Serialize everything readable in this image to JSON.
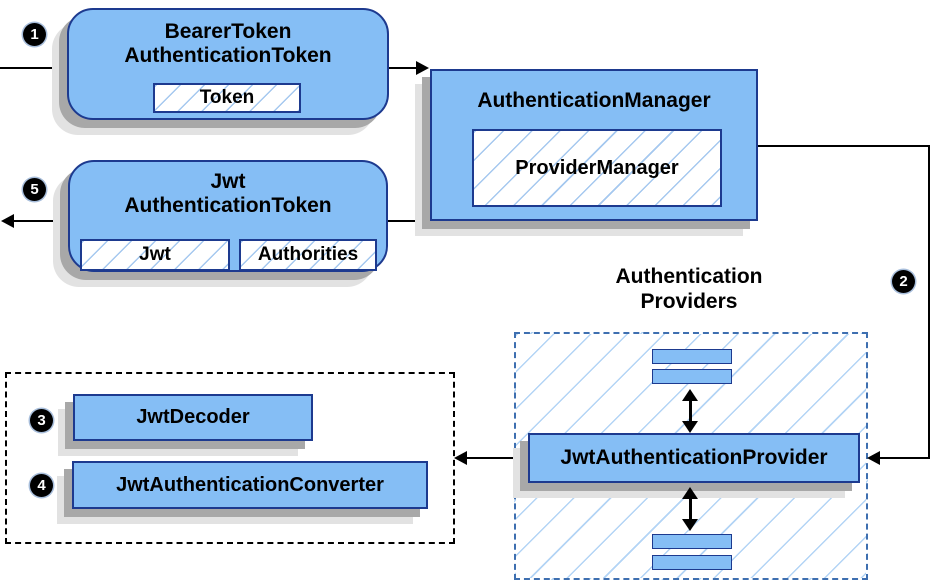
{
  "diagram_type": "flow-diagram",
  "nodes": {
    "bearer_token": {
      "title_line1": "BearerToken",
      "title_line2": "AuthenticationToken",
      "chip": "Token"
    },
    "authentication_manager": {
      "title": "AuthenticationManager",
      "inner": "ProviderManager"
    },
    "jwt_authentication_token": {
      "title_line1": "Jwt",
      "title_line2": "AuthenticationToken",
      "chip1": "Jwt",
      "chip2": "Authorities"
    },
    "jwt_authentication_provider": {
      "title": "JwtAuthenticationProvider"
    },
    "jwt_decoder": {
      "title": "JwtDecoder"
    },
    "jwt_authentication_converter": {
      "title": "JwtAuthenticationConverter"
    }
  },
  "groups": {
    "authentication_providers": {
      "label_line1": "Authentication",
      "label_line2": "Providers"
    }
  },
  "steps": {
    "s1": "1",
    "s2": "2",
    "s3": "3",
    "s4": "4",
    "s5": "5"
  },
  "colors": {
    "node_fill": "#85bef5",
    "node_border": "#1d3a8f",
    "hatch_line": "#a5c8ef",
    "providers_dash_border": "#3e6fb0",
    "black_dash_border": "#000000",
    "connector": "#000000",
    "step_badge_bg": "#000000",
    "step_badge_text": "#ffffff",
    "shadow_dark": "#a8a8a8",
    "shadow_light": "#e2e2e2"
  }
}
